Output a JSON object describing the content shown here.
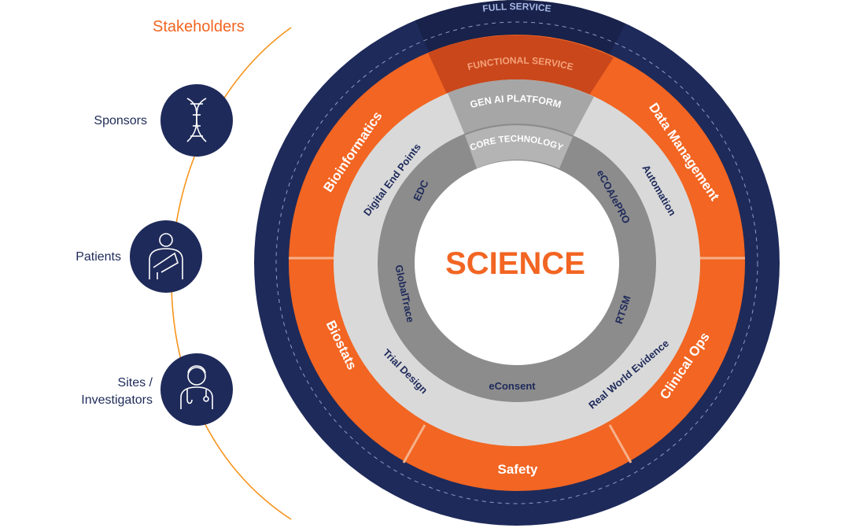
{
  "stakeholders": {
    "title": "Stakeholders",
    "items": [
      {
        "label": "Sponsors",
        "icon": "dna-icon"
      },
      {
        "label": "Patients",
        "icon": "patient-icon"
      },
      {
        "label": "Sites / Investigators",
        "label_lines": [
          "Sites /",
          "Investigators"
        ],
        "icon": "doctor-icon"
      }
    ]
  },
  "rings": {
    "full_service": "FULL SERVICE",
    "functional_service": "FUNCTIONAL SERVICE",
    "gen_ai_platform": "GEN AI PLATFORM",
    "core_technology": "CORE TECHNOLOGY",
    "center": "SCIENCE"
  },
  "functional_segments": [
    "Bioinformatics",
    "Data Management",
    "Clinical Ops",
    "Safety",
    "Biostats"
  ],
  "platform_items": [
    "Digital End Points",
    "Automation",
    "Real World Evidence",
    "Trial Design"
  ],
  "core_items": [
    "EDC",
    "eCOA/ePRO",
    "RTSM",
    "eConsent",
    "GlobalTrace"
  ],
  "colors": {
    "navy": "#1e2a5a",
    "navy_top": "#18224a",
    "orange": "#f26522",
    "orange_top": "#c9471b",
    "light_gray": "#d9d9d9",
    "mid_gray": "#a6a6a6",
    "dark_gray": "#8c8c8c",
    "full_service_text": "#a9b8e6",
    "functional_text": "#f5a27a"
  }
}
